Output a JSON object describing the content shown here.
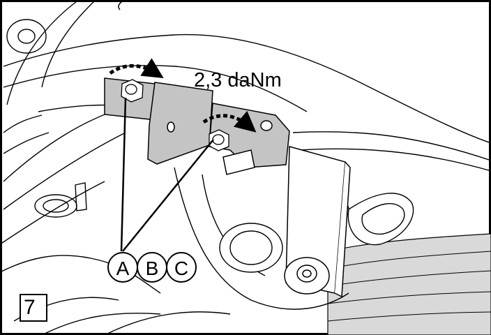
{
  "torque_label": "2,3 daNm",
  "callouts": {
    "a": "A",
    "b": "B",
    "c": "C"
  },
  "step_number": "7",
  "colors": {
    "line": "#000000",
    "part_fill": "#c4c4c4",
    "shade_fill": "#d9d9d9",
    "background": "#ffffff"
  }
}
